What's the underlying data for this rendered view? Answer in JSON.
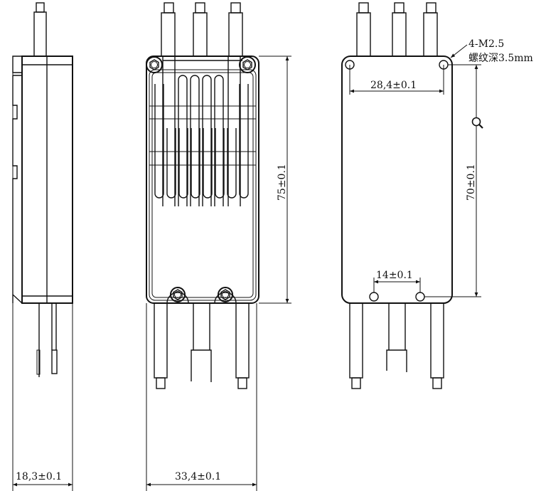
{
  "drawing": {
    "views": {
      "side": {
        "label": "side-view",
        "width_dim": "18,3±0.1"
      },
      "top": {
        "label": "top-view-heatsink",
        "height_dim": "75±0.1",
        "width_dim": "33,4±0.1"
      },
      "bottom": {
        "label": "bottom-view",
        "hole_spacing_top": "28,4±0.1",
        "hole_spacing_bottom": "14±0.1",
        "hole_vertical": "70±0.1",
        "thread_note_line1": "4-M2.5",
        "thread_note_line2": "螺纹深3.5mm"
      }
    },
    "icons": {
      "zoom": "magnifier-icon"
    },
    "colors": {
      "line": "#111111",
      "background": "#ffffff"
    }
  }
}
